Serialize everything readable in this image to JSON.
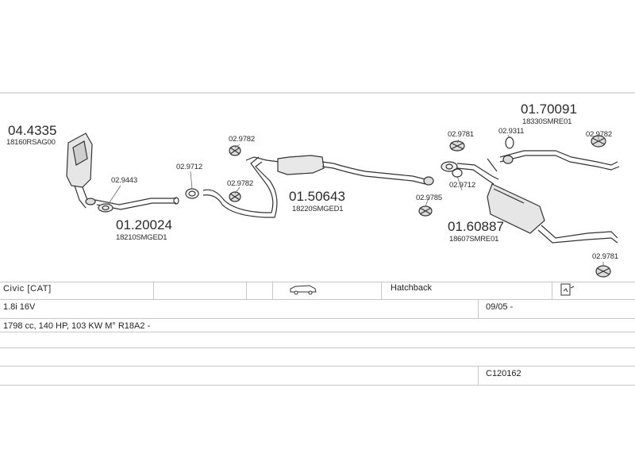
{
  "parts": {
    "p_04_4335": {
      "number": "04.4335",
      "oem": "18160RSAG00"
    },
    "p_02_9443": {
      "number": "02.9443"
    },
    "p_01_20024": {
      "number": "01.20024",
      "oem": "18210SMGED1"
    },
    "p_02_9712a": {
      "number": "02.9712"
    },
    "p_02_9782a": {
      "number": "02.9782"
    },
    "p_02_9782b": {
      "number": "02.9782"
    },
    "p_01_50643": {
      "number": "01.50643",
      "oem": "18220SMGED1"
    },
    "p_02_9781a": {
      "number": "02.9781"
    },
    "p_02_9311": {
      "number": "02.9311"
    },
    "p_01_70091": {
      "number": "01.70091",
      "oem": "18330SMRE01"
    },
    "p_02_9782c": {
      "number": "02.9782"
    },
    "p_02_9785": {
      "number": "02.9785"
    },
    "p_02_9712b": {
      "number": "02.9712"
    },
    "p_01_60887": {
      "number": "01.60887",
      "oem": "18607SMRE01"
    },
    "p_02_9781b": {
      "number": "02.9781"
    }
  },
  "table": {
    "model": "Civic  [CAT]",
    "body_type": "Hatchback",
    "engine": "1.8i 16V",
    "date_range": "09/05 -",
    "specs": "1798 cc, 140 HP, 103 KW M° R18A2 -",
    "code": "C120162"
  }
}
